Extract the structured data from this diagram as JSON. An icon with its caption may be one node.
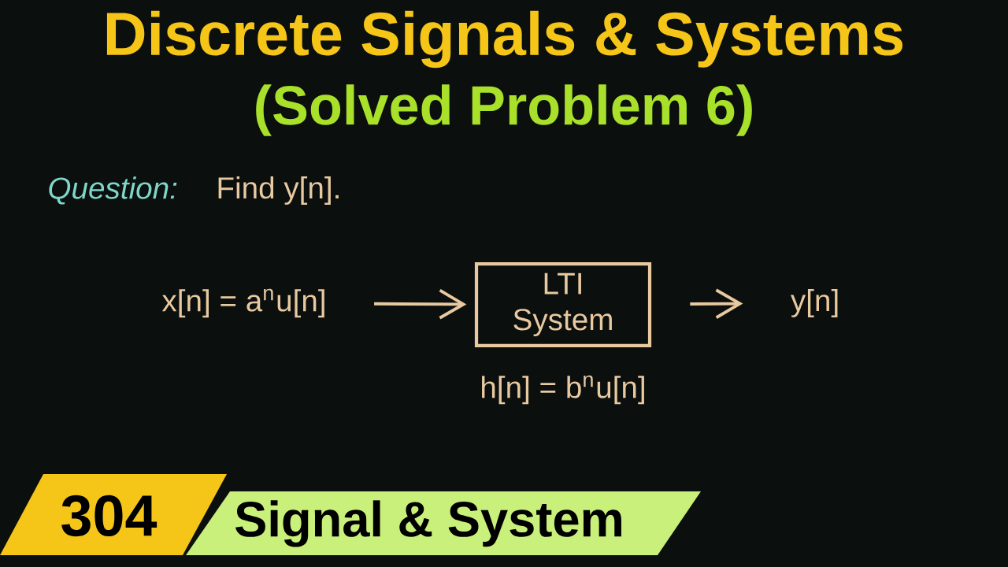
{
  "diagram": {
    "title": "Discrete Signals & Systems",
    "nodes": [
      {
        "text": [
          "x[n] = a$^{n}$u[n]"
        ]
      },
      {
        "text": [
          "LTI System"
        ],
        "beside": [
          "h[n] = b$^{n}$u[n]"
        ]
      },
      {
        "text": [
          "y[n]"
        ]
      }
    ],
    "edges": [
      {
        "from": 0,
        "to": 1,
        "arrow": "to"
      },
      {
        "from": 1,
        "to": 2,
        "arrow": "to"
      }
    ],
    "labels": [
      "(Solved Problem 6)",
      "Question:",
      "Find y[n].",
      "304",
      "Signal & System"
    ]
  }
}
